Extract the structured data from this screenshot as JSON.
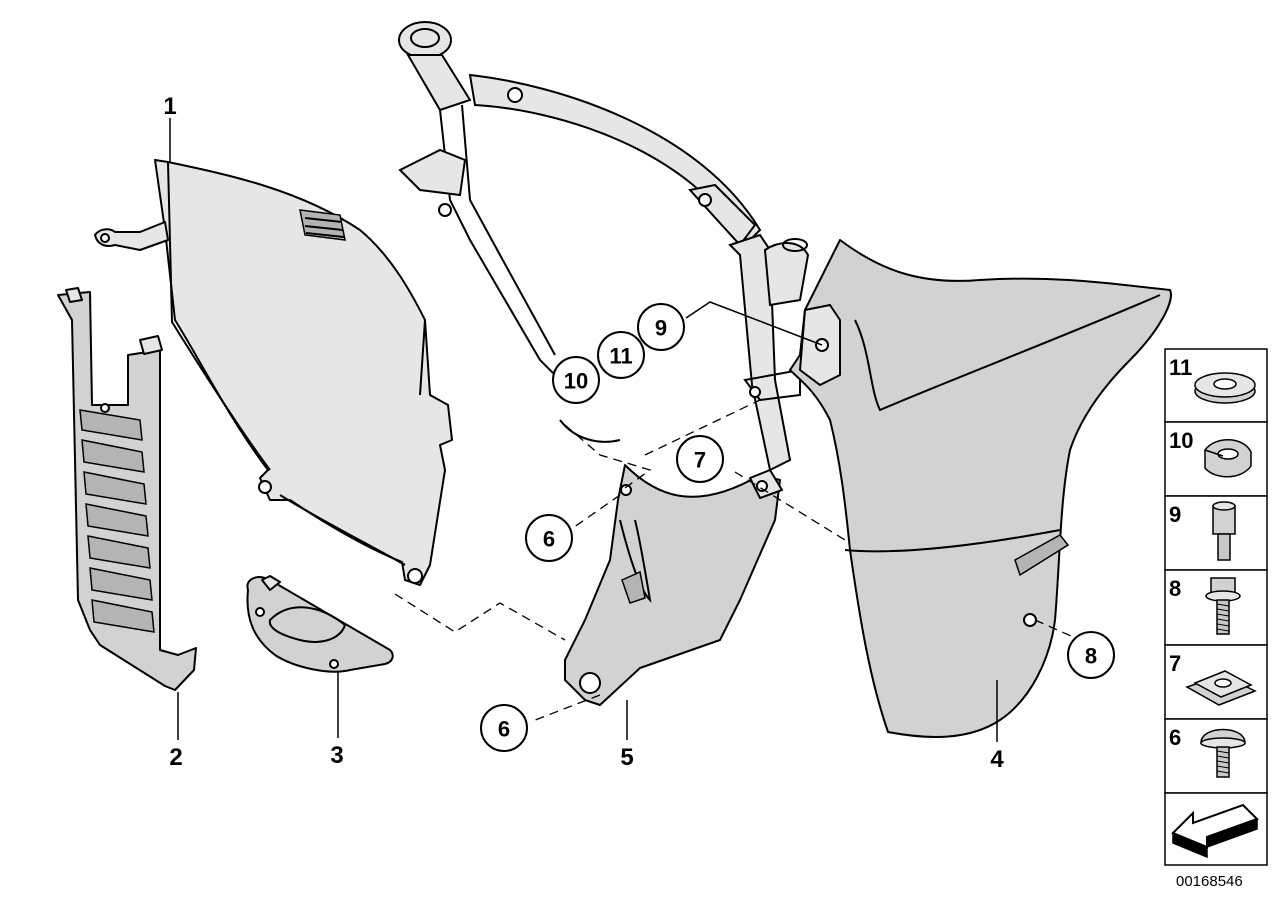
{
  "diagram_number": "00168546",
  "callouts": [
    {
      "id": "1",
      "style": "plain"
    },
    {
      "id": "2",
      "style": "plain"
    },
    {
      "id": "3",
      "style": "plain"
    },
    {
      "id": "4",
      "style": "plain"
    },
    {
      "id": "5",
      "style": "plain"
    },
    {
      "id": "6",
      "style": "bubble"
    },
    {
      "id": "6",
      "style": "bubble"
    },
    {
      "id": "7",
      "style": "bubble"
    },
    {
      "id": "8",
      "style": "bubble"
    },
    {
      "id": "9",
      "style": "bubble"
    },
    {
      "id": "10",
      "style": "bubble"
    },
    {
      "id": "11",
      "style": "bubble"
    }
  ],
  "legend": [
    {
      "id": "11",
      "icon": "washer-icon"
    },
    {
      "id": "10",
      "icon": "clip-nut-icon"
    },
    {
      "id": "9",
      "icon": "spacer-bolt-icon"
    },
    {
      "id": "8",
      "icon": "collar-screw-icon"
    },
    {
      "id": "7",
      "icon": "spring-nut-icon"
    },
    {
      "id": "6",
      "icon": "round-head-screw-icon"
    },
    {
      "id": "",
      "icon": "direction-arrow-icon"
    }
  ]
}
